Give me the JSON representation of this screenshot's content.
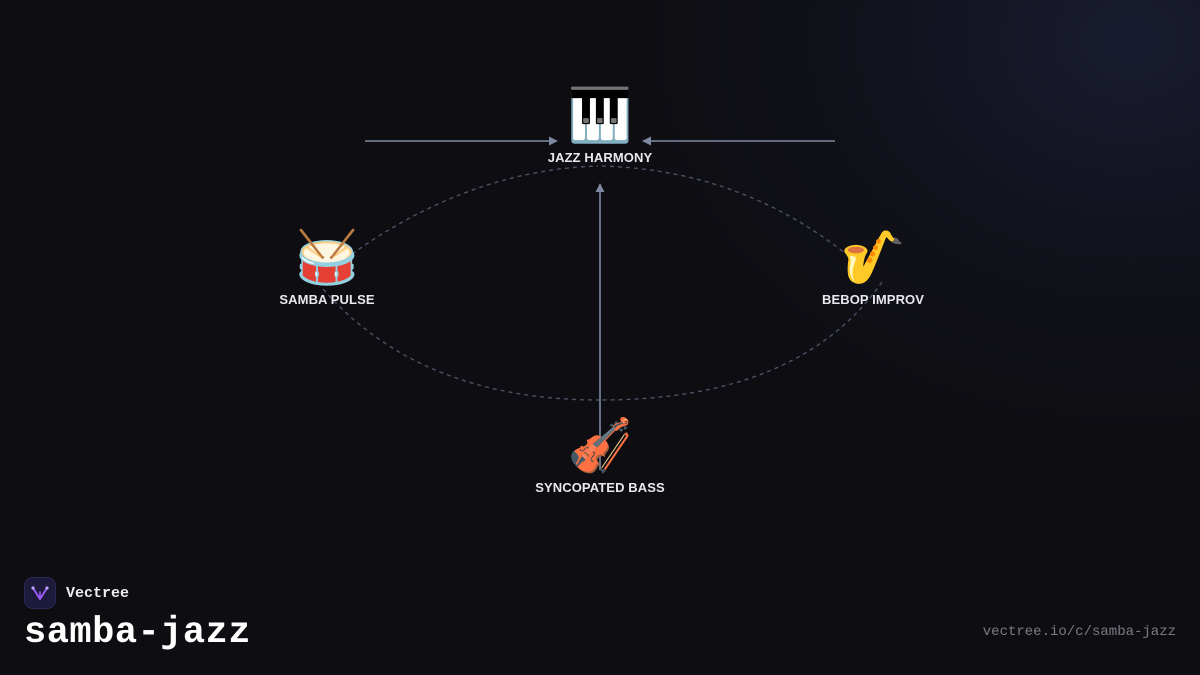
{
  "brand": {
    "name": "Vectree",
    "accent": "#9b5cf6"
  },
  "title": "samba-jazz",
  "url": "vectree.io/c/samba-jazz",
  "diagram": {
    "nodes": [
      {
        "id": "jazz-harmony",
        "emoji": "🎹",
        "label": "JAZZ HARMONY"
      },
      {
        "id": "samba-pulse",
        "emoji": "🥁",
        "label": "SAMBA PULSE"
      },
      {
        "id": "bebop-improv",
        "emoji": "🎷",
        "label": "BEBOP IMPROV"
      },
      {
        "id": "syncopated-bass",
        "emoji": "🎻",
        "label": "SYNCOPATED BASS"
      }
    ],
    "edges": [
      {
        "from": "samba-pulse",
        "to": "jazz-harmony",
        "style": "solid-arrow"
      },
      {
        "from": "bebop-improv",
        "to": "jazz-harmony",
        "style": "solid-arrow"
      },
      {
        "from": "syncopated-bass",
        "to": "jazz-harmony",
        "style": "solid-arrow"
      }
    ],
    "cycle": "dashed",
    "colors": {
      "arrow": "#7f8aa0",
      "cycle": "#4a5266",
      "label": "#e8e8ee",
      "background": "#0e0e12"
    }
  }
}
